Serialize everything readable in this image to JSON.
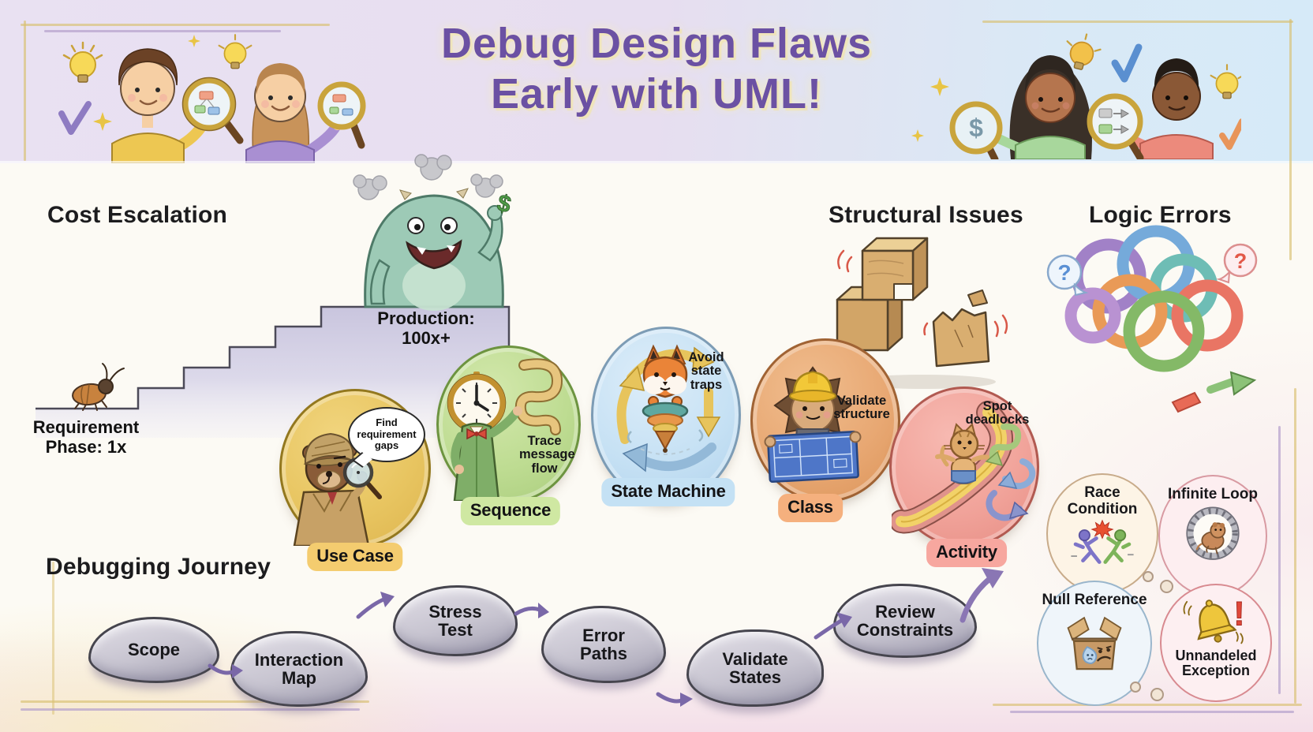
{
  "title": {
    "line1": "Debug Design Flaws",
    "line2": "Early with UML!"
  },
  "sections": {
    "cost_escalation": {
      "heading": "Cost Escalation",
      "start_label": "Requirement Phase: 1x",
      "end_label": "Production: 100x+"
    },
    "structural_issues": {
      "heading": "Structural Issues"
    },
    "logic_errors": {
      "heading": "Logic Errors"
    },
    "journey": {
      "heading": "Debugging Journey"
    }
  },
  "diagrams": [
    {
      "label": "Use Case",
      "benefit": "Find requirement gaps",
      "circle_color": "#e8c561",
      "label_bg": "#f4cc6f"
    },
    {
      "label": "Sequence",
      "benefit": "Trace message flow",
      "circle_color": "#bedc92",
      "label_bg": "#cfe8a2"
    },
    {
      "label": "State Machine",
      "benefit": "Avoid state traps",
      "circle_color": "#c6e1f4",
      "label_bg": "#c4e1f4"
    },
    {
      "label": "Class",
      "benefit": "Validate structure",
      "circle_color": "#e8a873",
      "label_bg": "#f5b07e"
    },
    {
      "label": "Activity",
      "benefit": "Spot deadlocks",
      "circle_color": "#f1a39a",
      "label_bg": "#f7a79f"
    }
  ],
  "journey_steps": [
    {
      "label": "Scope"
    },
    {
      "label": "Interaction Map"
    },
    {
      "label": "Stress Test"
    },
    {
      "label": "Error Paths"
    },
    {
      "label": "Validate States"
    },
    {
      "label": "Review Constraints"
    }
  ],
  "logic_error_types": [
    {
      "label": "Race Condition"
    },
    {
      "label": "Infinite Loop"
    },
    {
      "label": "Null Reference"
    },
    {
      "label": "Unnandeled Exception"
    }
  ],
  "symbols": {
    "dollar": "$",
    "question_mark": "?",
    "exclamation": "!"
  },
  "colors": {
    "title": "#6b51a3",
    "heading": "#1c1c1e",
    "band_left": "#e7def0",
    "band_right": "#d6eaf8",
    "stairs": "#c9c5de",
    "stone": "#c7c4d0",
    "journey_arrow": "#7a68a8",
    "monster": "#9dcab6",
    "vibration_red": "#d85848",
    "wood": "#d9ae70"
  },
  "icons": {
    "lightbulb-icon": "yellow bulb with rays",
    "magnifier-icon": "gold ring magnifying glass",
    "checkmark-icon": "hand-drawn check",
    "sparkle-icon": "four-point star",
    "bug-icon": "small beetle",
    "cost-monster-icon": "green fuzzy monster holding dollar",
    "staircase": "lavender ascending steps",
    "broken-blocks-icon": "cracked wooden cubes",
    "tangled-knot-icon": "colorful interlocked rings",
    "question-bubble-icon": "speech bubble with ?",
    "broken-arrow-icon": "snapped red/green arrow",
    "bear-detective-icon": "bear with deerstalker and magnifier",
    "clock-character-icon": "clock-headed figure with ribbon",
    "fox-spinning-top-icon": "fox on striped spinning top with cycle arrows",
    "hedgehog-builder-icon": "hedgehog with hard hat and blueprint",
    "cat-slide-icon": "kitten on slide with flow arrows",
    "running-figures-icon": "two colliding runners",
    "hamster-wheel-icon": "hamster in wheel",
    "empty-box-icon": "sad open cardboard box",
    "alarm-bell-icon": "ringing bell with exclamation",
    "stepping-stone": "gray rock blob",
    "flow-arrow-icon": "purple curved arrow"
  }
}
